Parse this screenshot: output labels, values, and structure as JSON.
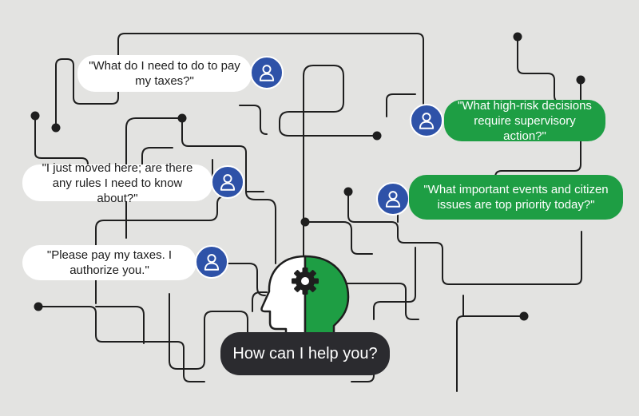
{
  "questions": {
    "q1": "\"What do I need to do to pay my taxes?\"",
    "q2": "\"I just moved here; are there any rules I need to know about?\"",
    "q3": "\"Please pay my taxes. I authorize you.\"",
    "q4": "\"What high-risk decisions require supervisory action?\"",
    "q5": "\"What important events and citizen issues are top priority today?\""
  },
  "prompt": "How can I help you?",
  "colors": {
    "background": "#e3e3e1",
    "green": "#1e9e44",
    "blue": "#2e52a8",
    "dark": "#2b2b2f"
  },
  "icons": {
    "user": "user-icon",
    "gear": "gear-icon",
    "head": "head-silhouette-icon"
  }
}
